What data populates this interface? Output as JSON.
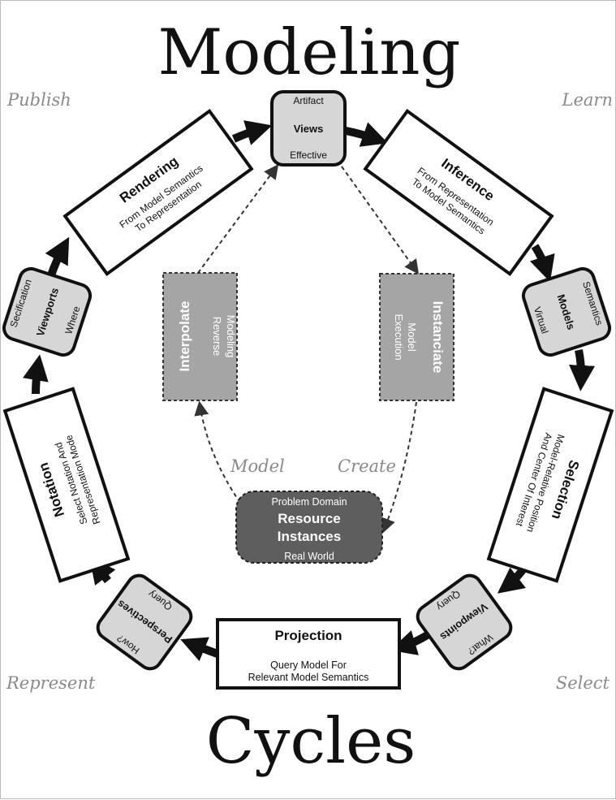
{
  "title_top": "Modeling",
  "title_bottom": "Cycles",
  "corners": {
    "top_left": "Publish",
    "top_right": "Learn",
    "bottom_left": "Represent",
    "bottom_right": "Select"
  },
  "rounded_nodes": {
    "views": {
      "top": "Artifact",
      "main": "Views",
      "bottom": "Effective"
    },
    "models": {
      "top": "Semantics",
      "main": "Models",
      "bottom": "Virtual"
    },
    "viewpoints": {
      "top": "What?",
      "main": "Viewpoints",
      "bottom": "Query"
    },
    "perspectives": {
      "top": "How?",
      "main": "Perspectives",
      "bottom": "Query"
    },
    "viewports": {
      "top": "Secification",
      "main": "Viewports",
      "bottom": "Where"
    }
  },
  "process_boxes": {
    "inference": {
      "title": "Inference",
      "line1": "From Representation",
      "line2": "To Model Semantics"
    },
    "selection": {
      "title": "Selection",
      "line1": "Model-Relative Position",
      "line2": "And Center Of Interest"
    },
    "projection": {
      "title": "Projection",
      "line1": "Query Model For",
      "line2": "Relevant Model Semantics"
    },
    "notation": {
      "title": "Notation",
      "line1": "Select Notation And",
      "line2": "Representation Mode"
    },
    "rendering": {
      "title": "Rendering",
      "line1": "From Model Semantics",
      "line2": "To Representation"
    }
  },
  "inner": {
    "interpolate": {
      "title": "Interpolate",
      "line1": "Reverse",
      "line2": "Modeling"
    },
    "instanciate": {
      "title": "Instanciate",
      "line1": "Model",
      "line2": "Execution"
    },
    "resource": {
      "top": "Problem Domain",
      "main1": "Resource",
      "main2": "Instances",
      "bottom": "Real World"
    },
    "label_model": "Model",
    "label_create": "Create"
  }
}
